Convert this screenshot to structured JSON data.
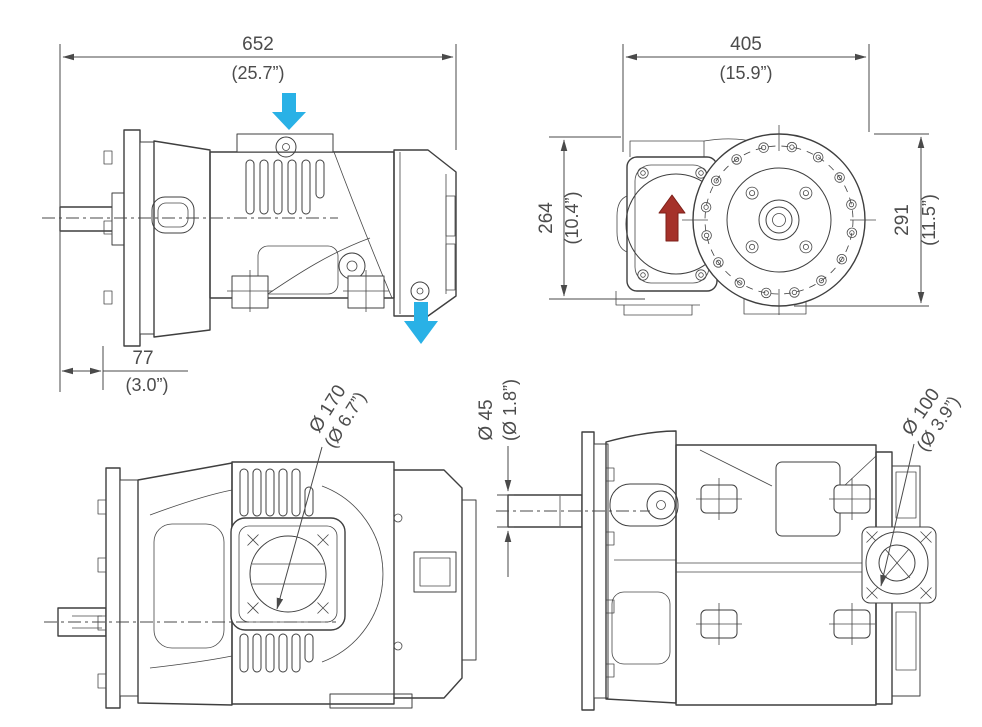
{
  "figure": {
    "type": "technical-dimension-drawing",
    "subject": "Gearmotor unit shown in four orthographic views with metric and inch dimensions",
    "units": "mm (in)"
  },
  "colors": {
    "background": "#ffffff",
    "line": "#3f3f3f",
    "text": "#4c4c4c",
    "mount_arrow": "#29b1e6",
    "vent_arrow": "#a5312a"
  },
  "dims": {
    "overall_length": {
      "mm": "652",
      "in": "(25.7”)"
    },
    "shaft_length": {
      "mm": "77",
      "in": "(3.0”)"
    },
    "overall_width": {
      "mm": "405",
      "in": "(15.9”)"
    },
    "body_height": {
      "mm": "264",
      "in": "(10.4”)"
    },
    "flange_height": {
      "mm": "291",
      "in": "(11.5”)"
    },
    "flange_bore": {
      "mm": "Ø 170",
      "in": "(Ø 6.7”)"
    },
    "shaft_diameter": {
      "mm": "Ø 45",
      "in": "(Ø 1.8”)"
    },
    "boss_diameter": {
      "mm": "Ø 100",
      "in": "(Ø 3.9”)"
    }
  },
  "icons": {
    "mount_direction_arrows": "two cyan arrows pointing down on the side view",
    "vent_arrow": "red arrow pointing up on the gearbox face of the front view"
  }
}
